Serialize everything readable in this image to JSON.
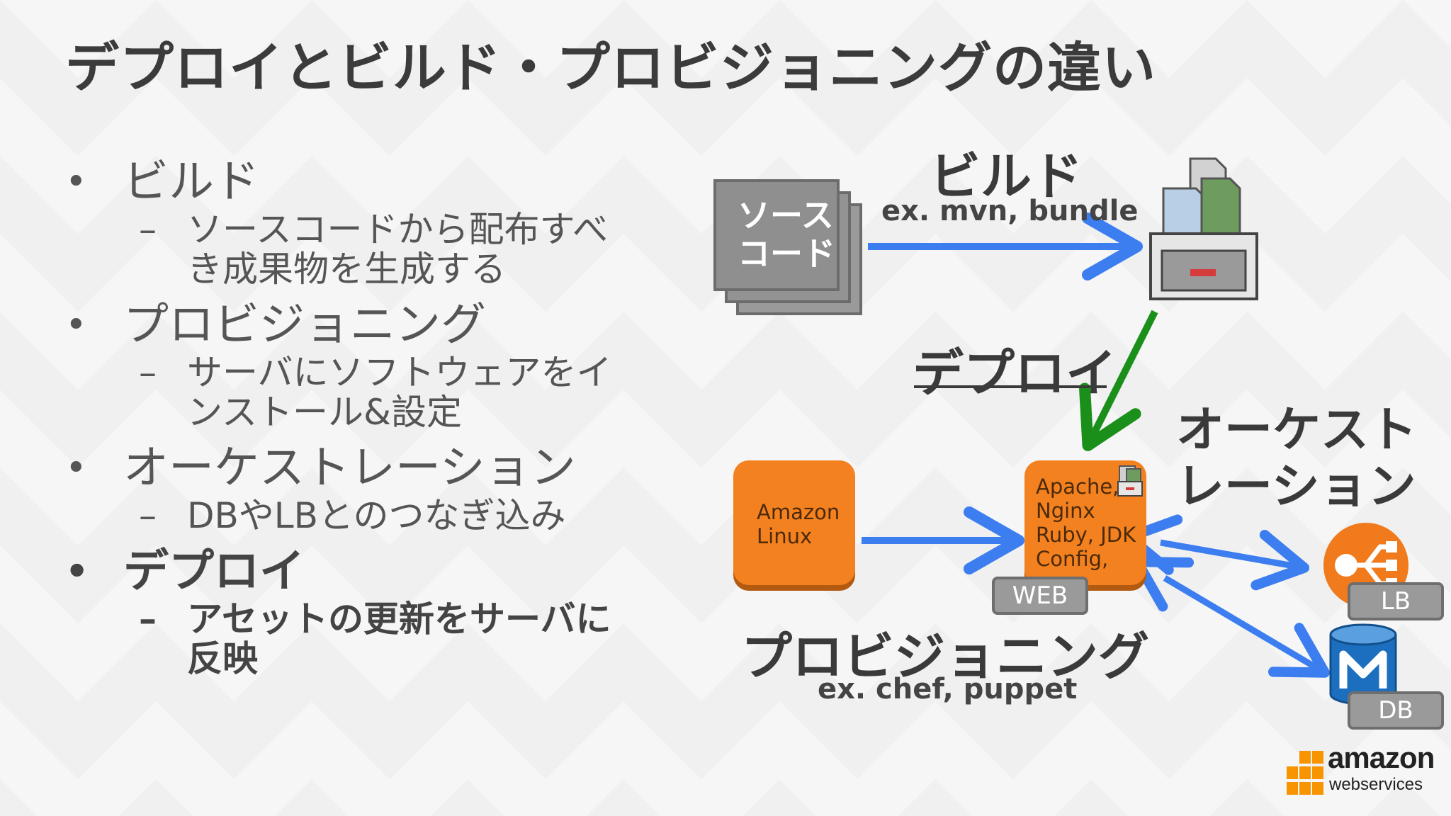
{
  "title": "デプロイとビルド・プロビジョニングの違い",
  "bullets": [
    {
      "label": "ビルド",
      "sub": [
        "ソースコードから配布すべ",
        "き成果物を生成する"
      ]
    },
    {
      "label": "プロビジョニング",
      "sub": [
        "サーバにソフトウェアをイ",
        "ンストール&設定"
      ]
    },
    {
      "label": "オーケストレーション",
      "sub": [
        "DBやLBとのつなぎ込み"
      ]
    },
    {
      "label": "デプロイ",
      "sub": [
        "アセットの更新をサーバに",
        "反映"
      ]
    }
  ],
  "diagram": {
    "source_code": [
      "ソース",
      "コード"
    ],
    "build": {
      "title": "ビルド",
      "example": "ex. mvn, bundle"
    },
    "deploy": {
      "title": "デプロイ"
    },
    "orchestration": [
      "オーケスト",
      "レーション"
    ],
    "amazon_linux": [
      "Amazon",
      "Linux"
    ],
    "server": [
      "Apache,",
      "Nginx",
      "Ruby, JDK",
      "Config,"
    ],
    "web_tag": "WEB",
    "lb_tag": "LB",
    "db_tag": "DB",
    "provisioning": {
      "title": "プロビジョニング",
      "example": "ex. chef, puppet"
    }
  },
  "logo": {
    "line1": "amazon",
    "line2": "webservices"
  },
  "colors": {
    "blue_arrow": "#3c7df0",
    "green_arrow": "#1a8f1a",
    "orange": "#f4811f",
    "aws_orange": "#f79400"
  },
  "icons": [
    "document-stack-icon",
    "archive-box-icon",
    "load-balancer-icon",
    "database-icon",
    "aws-logo-icon"
  ]
}
